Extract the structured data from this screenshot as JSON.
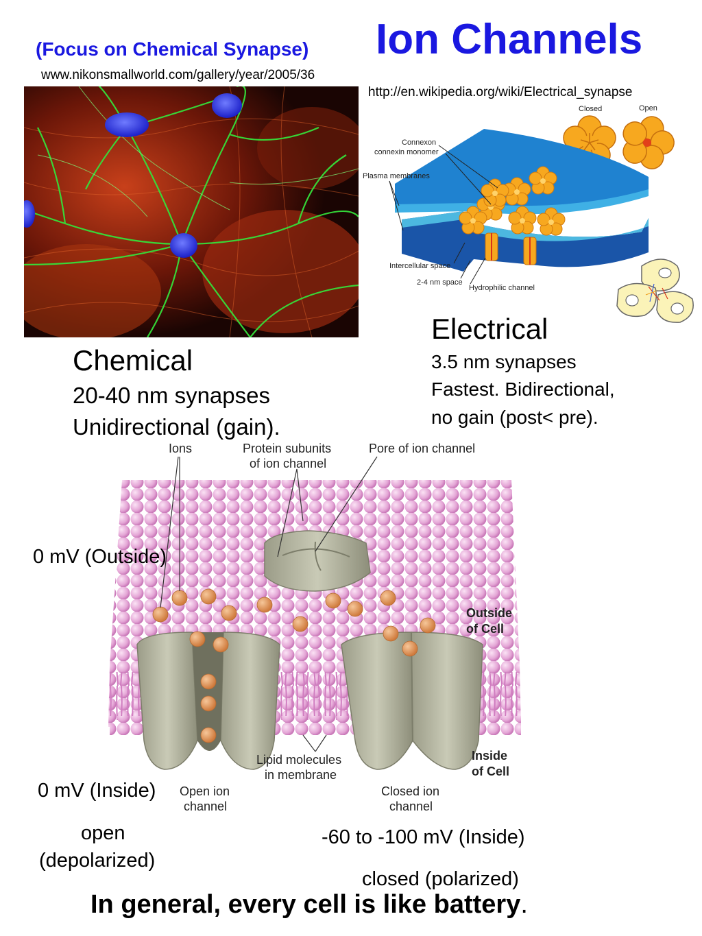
{
  "header": {
    "subtitle": "(Focus on Chemical Synapse)",
    "title": "Ion Channels"
  },
  "sources": {
    "nikon_url": "www.nikonsmallworld.com/gallery/year/2005/36",
    "wiki_url": "http://en.wikipedia.org/wiki/Electrical_synapse"
  },
  "synapse_diagram": {
    "closed": "Closed",
    "open": "Open",
    "connexon": "Connexon",
    "connexin": "connexin monomer",
    "plasma": "Plasma membranes",
    "intercellular": "Intercellular space",
    "space": "2-4 nm space",
    "hydrophilic": "Hydrophilic channel"
  },
  "electrical": {
    "heading": "Electrical",
    "line1": "3.5 nm synapses",
    "line2": "Fastest. Bidirectional,",
    "line3": "no gain (post< pre)."
  },
  "chemical": {
    "heading": "Chemical",
    "line1": "20-40 nm synapses",
    "line2": "Unidirectional (gain)."
  },
  "membrane_diagram": {
    "ions": "Ions",
    "protein1": "Protein subunits",
    "protein2": "of ion channel",
    "pore": "Pore of ion channel",
    "outside1": "Outside",
    "outside2": "of Cell",
    "inside1": "Inside",
    "inside2": "of Cell",
    "lipid1": "Lipid molecules",
    "lipid2": "in membrane",
    "open1": "Open ion",
    "open2": "channel",
    "closed1": "Closed ion",
    "closed2": "channel"
  },
  "annotations": {
    "outside_mv": "0 mV (Outside)",
    "inside_mv": "0 mV (Inside)",
    "open": "open",
    "depolarized": "(depolarized)",
    "inside_range": "-60 to -100 mV (Inside)",
    "closed": "closed (polarized)"
  },
  "footer": {
    "text": "In general, every cell is like battery",
    "period": "."
  },
  "colors": {
    "title_blue": "#1a18e0",
    "membrane_pink": "#e2a6d6",
    "ion_orange": "#d98a4e",
    "protein_gray": "#b7b8a4",
    "synapse_blue": "#1f7fcf",
    "connexon_orange": "#f5a623"
  }
}
